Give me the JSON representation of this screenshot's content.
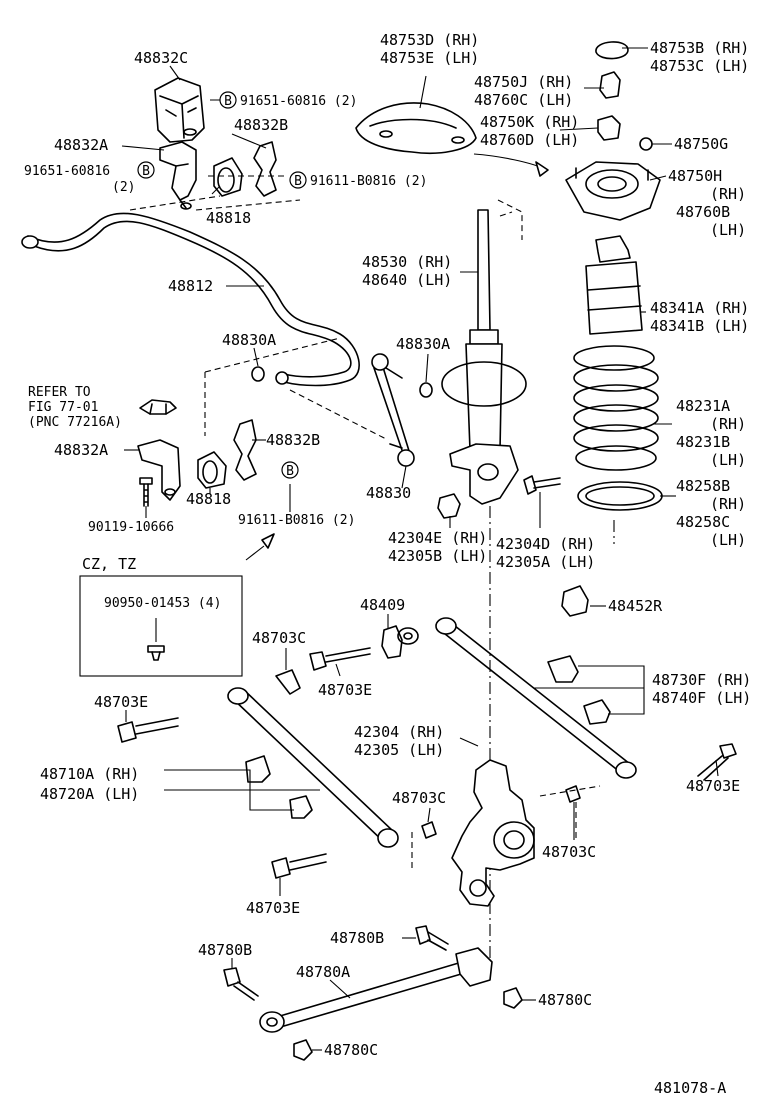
{
  "labels": {
    "l48832C": "48832C",
    "l91651_top": "91651-60816 (2)",
    "l48832A_top": "48832A",
    "l48832B_top": "48832B",
    "l91651_left_a": "91651-60816",
    "l91651_left_b": "(2)",
    "l91611_top": "91611-B0816 (2)",
    "l48818_top": "48818",
    "l48812": "48812",
    "l48830A_left": "48830A",
    "l48830A_right": "48830A",
    "refer_1": "REFER TO",
    "refer_2": "FIG 77-01",
    "refer_3": "(PNC 77216A)",
    "l48832A_bot": "48832A",
    "l48832B_bot": "48832B",
    "l48818_bot": "48818",
    "l48830": "48830",
    "l90119": "90119-10666",
    "l91611_bot": "91611-B0816 (2)",
    "badge_letter": "B",
    "l48753D": "48753D (RH)",
    "l48753E": "48753E (LH)",
    "l48750J": "48750J (RH)",
    "l48760C": "48760C (LH)",
    "l48750K": "48750K (RH)",
    "l48760D": "48760D (LH)",
    "l48753B": "48753B (RH)",
    "l48753C": "48753C (LH)",
    "l48750G": "48750G",
    "l48750H": "48750H",
    "l48750H_rh": "(RH)",
    "l48760B": "48760B",
    "l48760B_lh": "(LH)",
    "l48530": "48530 (RH)",
    "l48640": "48640 (LH)",
    "l48341A": "48341A (RH)",
    "l48341B": "48341B (LH)",
    "l48231A": "48231A",
    "l48231A_rh": "(RH)",
    "l48231B": "48231B",
    "l48231B_lh": "(LH)",
    "l48258B": "48258B",
    "l48258B_rh": "(RH)",
    "l48258C": "48258C",
    "l48258C_lh": "(LH)",
    "l42304E": "42304E (RH)",
    "l42305B": "42305B (LH)",
    "l42304D": "42304D (RH)",
    "l42305A": "42305A (LH)",
    "cz_tz": "CZ, TZ",
    "l90950": "90950-01453 (4)",
    "l48409": "48409",
    "l48452R": "48452R",
    "l48703C_a": "48703C",
    "l48703E_a": "48703E",
    "l48730F": "48730F (RH)",
    "l48740F": "48740F (LH)",
    "l48703E_b": "48703E",
    "l42304": "42304 (RH)",
    "l42305": "42305 (LH)",
    "l48710A": "48710A (RH)",
    "l48720A": "48720A (LH)",
    "l48703C_b": "48703C",
    "l48703E_c": "48703E",
    "l48703C_c": "48703C",
    "l48703E_d": "48703E",
    "l48780B_a": "48780B",
    "l48780B_b": "48780B",
    "l48780A": "48780A",
    "l48780C_a": "48780C",
    "l48780C_b": "48780C",
    "diagram_id": "481078-A"
  }
}
